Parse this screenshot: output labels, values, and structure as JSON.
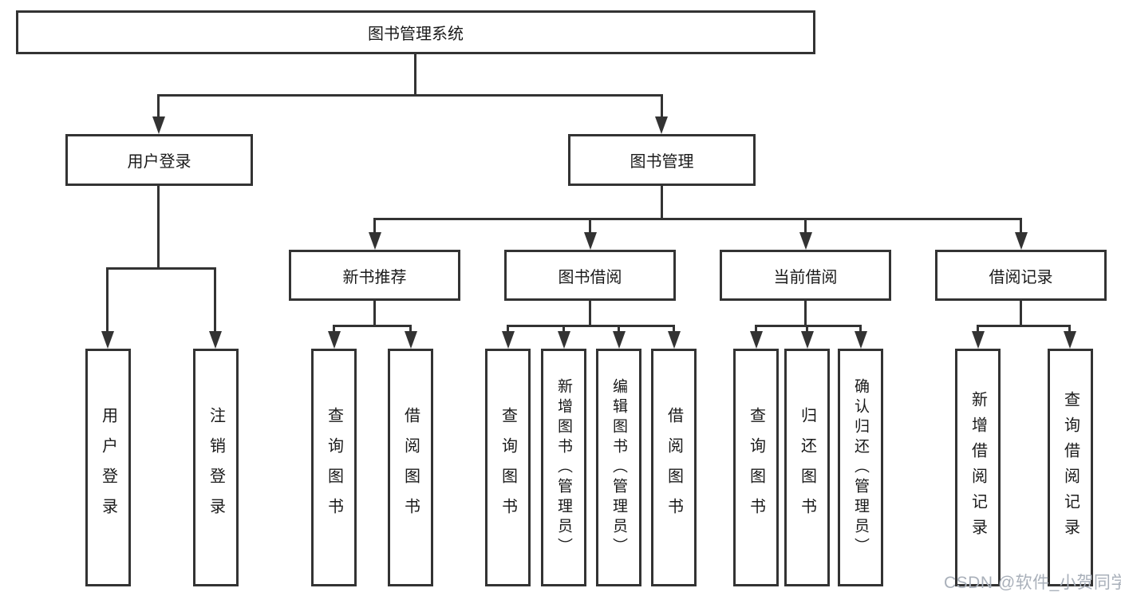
{
  "diagram": {
    "root": {
      "label": "图书管理系统"
    },
    "level2": [
      {
        "label": "用户登录"
      },
      {
        "label": "图书管理"
      }
    ],
    "level3": [
      {
        "label": "新书推荐"
      },
      {
        "label": "图书借阅"
      },
      {
        "label": "当前借阅"
      },
      {
        "label": "借阅记录"
      }
    ],
    "leaves": [
      {
        "label": "用户登录",
        "parent": "用户登录"
      },
      {
        "label": "注销登录",
        "parent": "用户登录"
      },
      {
        "label": "查询图书",
        "parent": "新书推荐"
      },
      {
        "label": "借阅图书",
        "parent": "新书推荐"
      },
      {
        "label": "查询图书",
        "parent": "图书借阅"
      },
      {
        "label": "新增图书（管理员）",
        "parent": "图书借阅"
      },
      {
        "label": "编辑图书（管理员）",
        "parent": "图书借阅"
      },
      {
        "label": "借阅图书",
        "parent": "图书借阅"
      },
      {
        "label": "查询图书",
        "parent": "当前借阅"
      },
      {
        "label": "归还图书",
        "parent": "当前借阅"
      },
      {
        "label": "确认归还（管理员）",
        "parent": "当前借阅"
      },
      {
        "label": "新增借阅记录",
        "parent": "借阅记录"
      },
      {
        "label": "查询借阅记录",
        "parent": "借阅记录"
      }
    ]
  },
  "watermark": {
    "text": "CSDN @软件_小贺同学"
  },
  "colors": {
    "line": "#333333",
    "box_border": "#333333",
    "text": "#1a1a1a",
    "watermark": "#a9b0ba",
    "background": "#ffffff"
  }
}
